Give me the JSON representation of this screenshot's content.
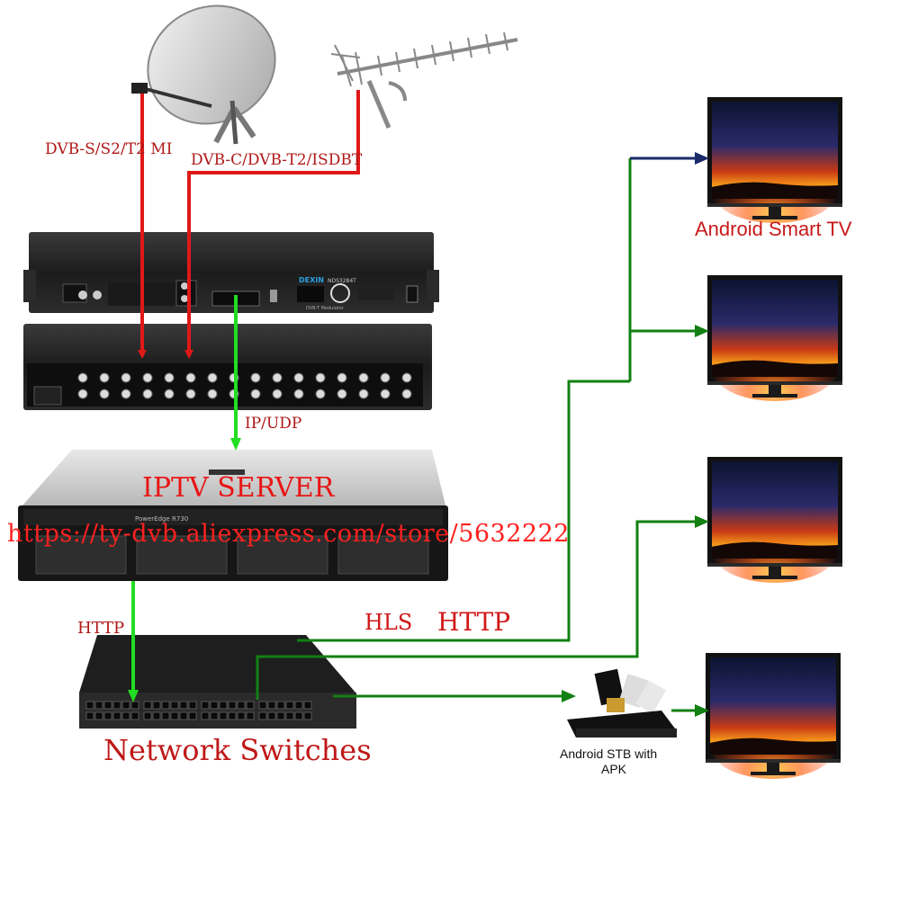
{
  "labels": {
    "satellite_signal": "DVB-S/S2/T2 MI",
    "terrestrial_signal": "DVB-C/DVB-T2/ISDBT",
    "ip_udp": "IP/UDP",
    "iptv_server": "IPTV SERVER",
    "watermark_url": "https://ty-dvb.aliexpress.com/store/5632222",
    "http_left": "HTTP",
    "hls": "HLS",
    "http_mid": "HTTP",
    "network_switches": "Network Switches",
    "android_smart_tv": "Android Smart TV",
    "stb_line1": "Android STB with",
    "stb_line2": "APK"
  },
  "devices": {
    "modulator_brand": "DEXIN",
    "modulator_model": "NDS3284T",
    "modulator_subtitle": "DVB-T Modulator",
    "server_model": "PowerEdge R730"
  },
  "colors": {
    "rf_line": "#e01818",
    "ip_line": "#22dd22",
    "distribution_line": "#128012",
    "arrow_navy": "#1a2a6a",
    "label_red": "#c01818"
  },
  "icons": {
    "satellite": "satellite-dish-icon",
    "antenna": "yagi-antenna-icon",
    "tv": "tv-monitor-icon",
    "stb": "set-top-box-icon"
  }
}
